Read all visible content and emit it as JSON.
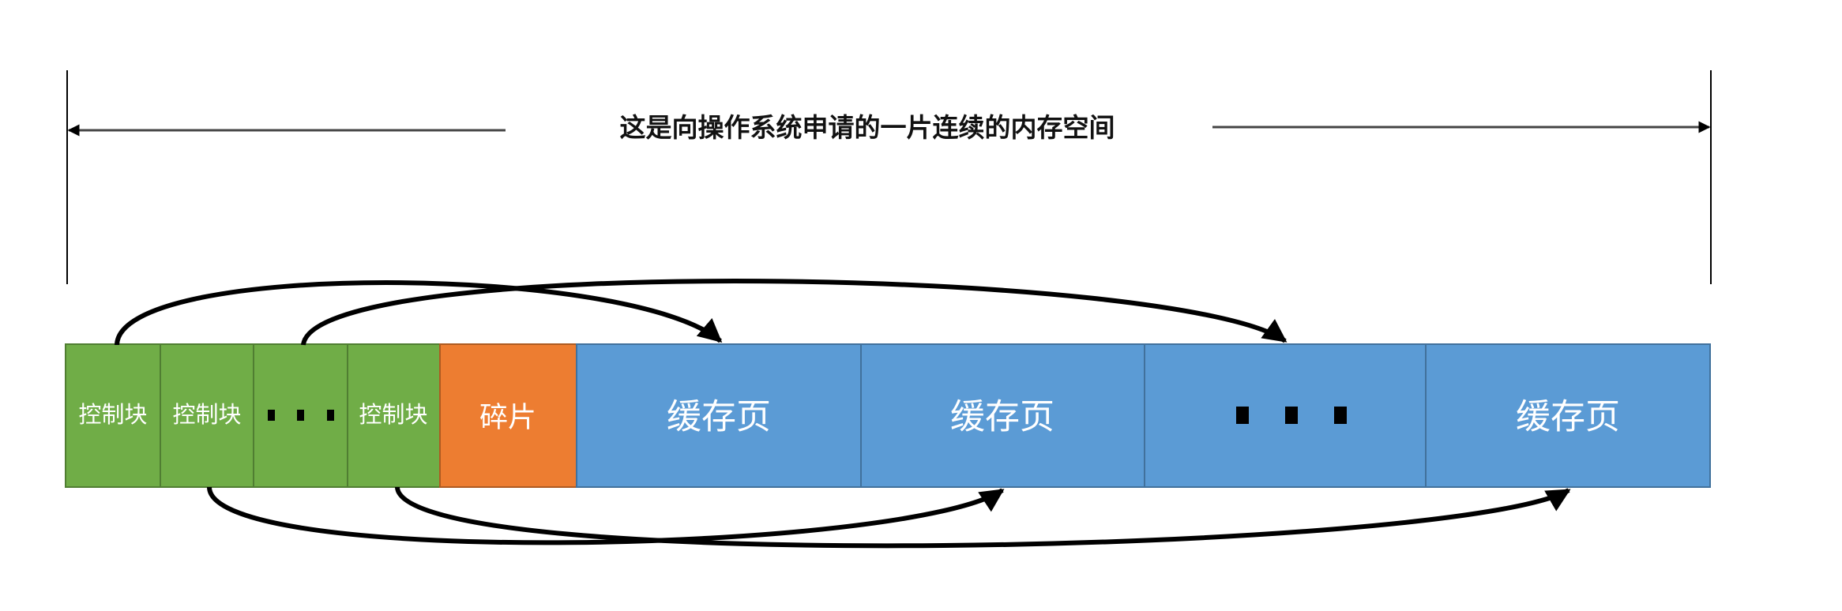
{
  "title": "这是向操作系统申请的一片连续的内存空间",
  "colors": {
    "control": "#70ad47",
    "fragment": "#ed7d31",
    "page": "#5b9bd5",
    "line": "#000000"
  },
  "blocks": [
    {
      "type": "control",
      "label": "控制块"
    },
    {
      "type": "control",
      "label": "控制块"
    },
    {
      "type": "control-ellipsis",
      "label": ""
    },
    {
      "type": "control",
      "label": "控制块"
    },
    {
      "type": "fragment",
      "label": "碎片"
    },
    {
      "type": "page",
      "label": "缓存页"
    },
    {
      "type": "page",
      "label": "缓存页"
    },
    {
      "type": "page-ellipsis",
      "label": ""
    },
    {
      "type": "page",
      "label": "缓存页"
    }
  ]
}
